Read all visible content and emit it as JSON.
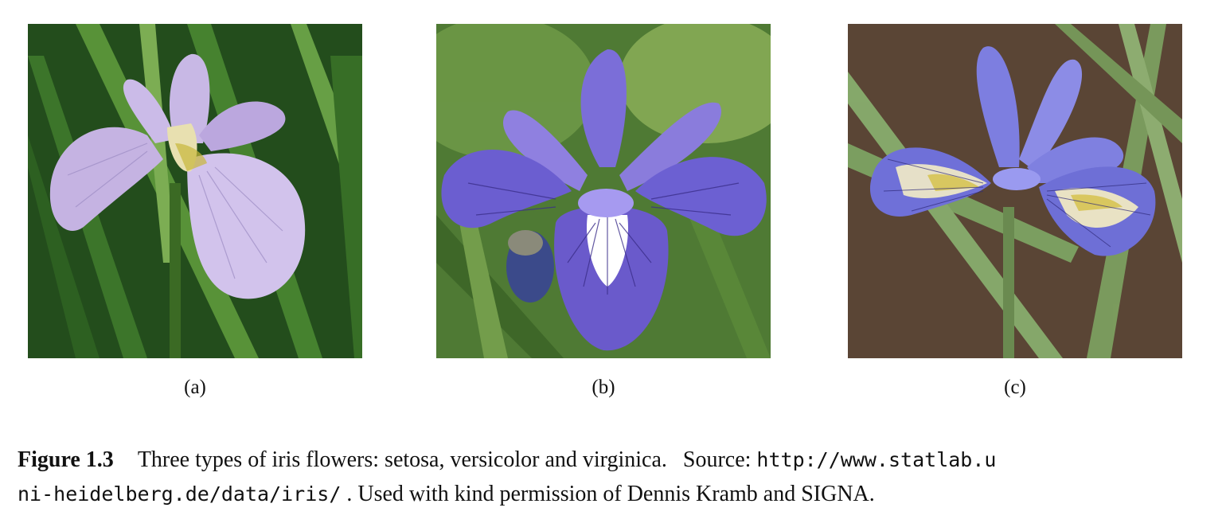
{
  "panels": [
    {
      "label": "(a)",
      "species": "setosa"
    },
    {
      "label": "(b)",
      "species": "versicolor"
    },
    {
      "label": "(c)",
      "species": "virginica"
    }
  ],
  "caption": {
    "figure_label": "Figure 1.3",
    "text": "Three types of iris flowers: setosa, versicolor and virginica.",
    "source_prefix": "Source:",
    "url_line1": "http://www.statlab.u",
    "url_line2": "ni-heidelberg.de/data/iris/",
    "permission": ". Used with kind permission of Dennis Kramb and SIGNA."
  },
  "colors": {
    "foliage_dark": "#1f4a1a",
    "foliage_light": "#6fa84a",
    "setosa_petal": "#c9b8e6",
    "versicolor_petal": "#6a5ccc",
    "virginica_petal": "#7d7ee0",
    "mulch": "#5a4535"
  }
}
